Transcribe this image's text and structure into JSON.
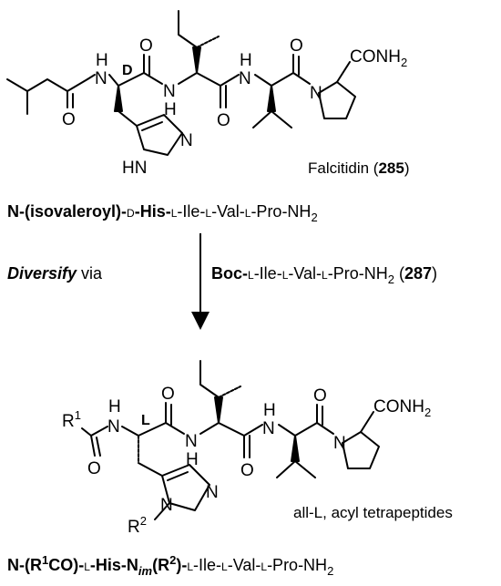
{
  "top_structure": {
    "atoms": {
      "nh_1": "H",
      "n_1": "N",
      "o_1": "O",
      "o_2": "O",
      "n_2": "N",
      "nh_2": "H",
      "o_3": "O",
      "nh_3": "H",
      "n_3": "N",
      "o_4": "O",
      "o_5": "O",
      "n_pro": "N",
      "conh2_prefix": "CONH",
      "conh2_sub": "2",
      "im_hn": "HN",
      "im_n": "N"
    },
    "stereo_label": "D",
    "compound_name": "Falcitidin (",
    "compound_number": "285",
    "compound_close": ")"
  },
  "top_sequence": {
    "p1": "N-(isovaleroyl)-",
    "p2": "D",
    "p3": "-His-",
    "p4": "L",
    "p5": "-Ile-",
    "p6": "L",
    "p7": "-Val-",
    "p8": "L",
    "p9": "-Pro-NH",
    "p10": "2"
  },
  "arrow": {
    "left_bold_italic": "Diversify",
    "left_rest": " via",
    "right_bold": "Boc-",
    "right_r1": "L",
    "right_r2": "-Ile-",
    "right_r3": "L",
    "right_r4": "-Val-",
    "right_r5": "L",
    "right_r6": "-Pro-NH",
    "right_r7": "2",
    "right_r8": " (",
    "right_number": "287",
    "right_r9": ")"
  },
  "bottom_structure": {
    "atoms": {
      "r1": "R",
      "r1_sup": "1",
      "nh_1": "H",
      "n_1": "N",
      "o_1": "O",
      "o_2": "O",
      "n_2": "N",
      "nh_2": "H",
      "o_3": "O",
      "nh_3": "H",
      "n_3": "N",
      "o_4": "O",
      "o_5": "O",
      "n_pro": "N",
      "conh2_prefix": "CONH",
      "conh2_sub": "2",
      "im_n1": "N",
      "im_n2": "N",
      "r2": "R",
      "r2_sup": "2"
    },
    "stereo_label": "L",
    "caption": "all-L, acyl tetrapeptides"
  },
  "bottom_sequence": {
    "q1": "N-(R",
    "q2": "1",
    "q3": "CO)-",
    "q4": "L",
    "q5": "-His-N",
    "q6": "im",
    "q7": "(R",
    "q8": "2",
    "q9": ")-",
    "q10": "L",
    "q11": "-Ile-",
    "q12": "L",
    "q13": "-Val-",
    "q14": "L",
    "q15": "-Pro-NH",
    "q16": "2"
  }
}
